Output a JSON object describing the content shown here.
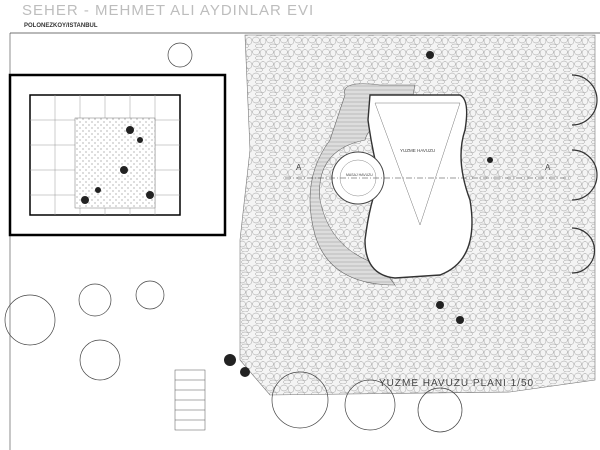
{
  "header": {
    "title": "SEHER - MEHMET ALI AYDINLAR EVI",
    "subtitle": "POLONEZKOY/ISTANBUL"
  },
  "labels": {
    "pool": "YUZME HAVUZU",
    "massage_pool": "MASAJ HAVUZU",
    "section_mark": "A"
  },
  "footer": {
    "plan_title": "YUZME HAVUZU  PLANI 1/50"
  }
}
